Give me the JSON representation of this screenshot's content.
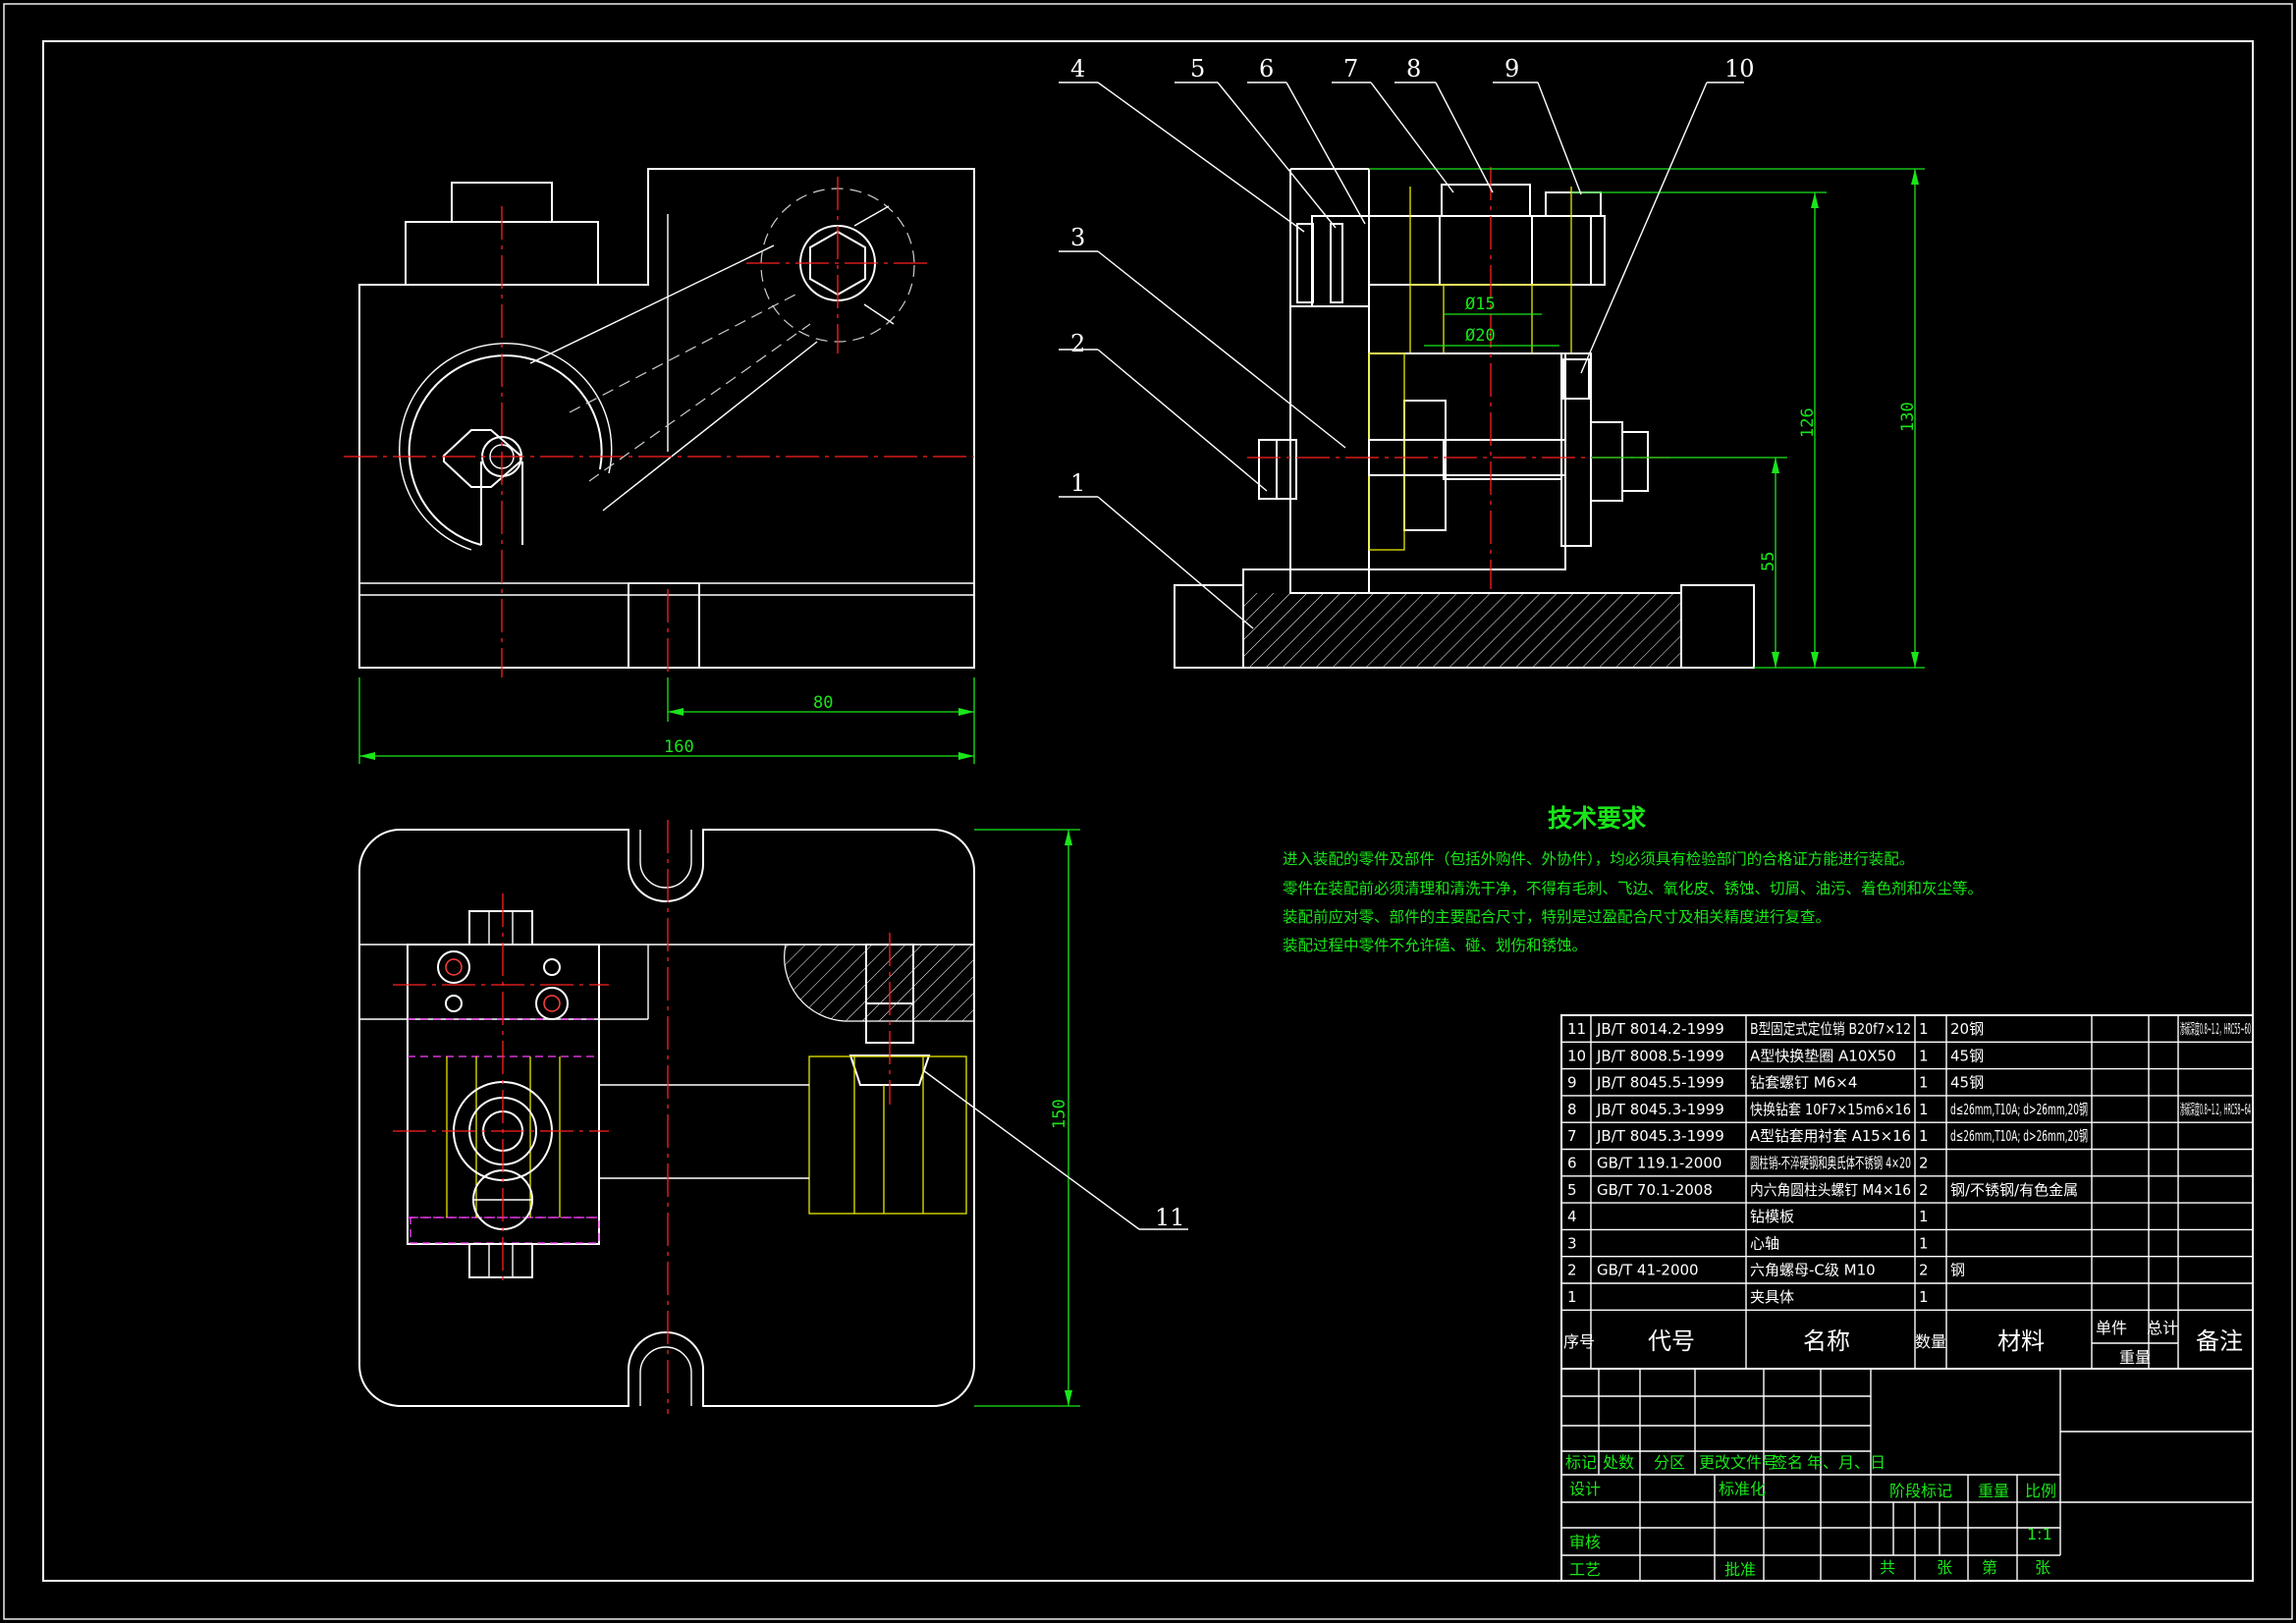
{
  "callouts": [
    "1",
    "2",
    "3",
    "4",
    "5",
    "6",
    "7",
    "8",
    "9",
    "10",
    "11"
  ],
  "dimensions": {
    "width_160": "160",
    "width_80": "80",
    "height_150": "150",
    "height_55": "55",
    "height_126": "126",
    "height_130": "130",
    "dia_15": "Ø15",
    "dia_20": "Ø20"
  },
  "requirements": {
    "title": "技术要求",
    "items": [
      "进入装配的零件及部件（包括外购件、外协件），均必须具有检验部门的合格证方能进行装配。",
      "零件在装配前必须清理和清洗干净，不得有毛刺、飞边、氧化皮、锈蚀、切屑、油污、着色剂和灰尘等。",
      "装配前应对零、部件的主要配合尺寸，特别是过盈配合尺寸及相关精度进行复查。",
      "装配过程中零件不允许磕、碰、划伤和锈蚀。"
    ]
  },
  "bom": {
    "rows": [
      {
        "no": "11",
        "code": "JB/T 8014.2-1999",
        "name": "B型固定式定位销 B20f7×12",
        "qty": "1",
        "material": "20钢",
        "note": "渗碳深度0.8~1.2，HRC55~60"
      },
      {
        "no": "10",
        "code": "JB/T 8008.5-1999",
        "name": "A型快换垫圈 A10X50",
        "qty": "1",
        "material": "45钢",
        "note": ""
      },
      {
        "no": "9",
        "code": "JB/T 8045.5-1999",
        "name": "钻套螺钉 M6×4",
        "qty": "1",
        "material": "45钢",
        "note": ""
      },
      {
        "no": "8",
        "code": "JB/T 8045.3-1999",
        "name": "快换钻套 10F7×15m6×16",
        "qty": "1",
        "material": "d≤26mm,T10A; d>26mm,20钢",
        "note": "渗碳深度0.8~1.2，HRC58~64"
      },
      {
        "no": "7",
        "code": "JB/T 8045.3-1999",
        "name": "A型钻套用衬套 A15×16",
        "qty": "1",
        "material": "d≤26mm,T10A; d>26mm,20钢",
        "note": ""
      },
      {
        "no": "6",
        "code": "GB/T 119.1-2000",
        "name": "圆柱销-不淬硬钢和奥氏体不锈钢 4×20",
        "qty": "2",
        "material": "",
        "note": ""
      },
      {
        "no": "5",
        "code": "GB/T 70.1-2008",
        "name": "内六角圆柱头螺钉 M4×16",
        "qty": "2",
        "material": "钢/不锈钢/有色金属",
        "note": ""
      },
      {
        "no": "4",
        "code": "",
        "name": "钻模板",
        "qty": "1",
        "material": "",
        "note": ""
      },
      {
        "no": "3",
        "code": "",
        "name": "心轴",
        "qty": "1",
        "material": "",
        "note": ""
      },
      {
        "no": "2",
        "code": "GB/T 41-2000",
        "name": "六角螺母-C级 M10",
        "qty": "2",
        "material": "钢",
        "note": ""
      },
      {
        "no": "1",
        "code": "",
        "name": "夹具体",
        "qty": "1",
        "material": "",
        "note": ""
      }
    ],
    "header": {
      "no": "序号",
      "code": "代号",
      "name": "名称",
      "qty": "数量",
      "material": "材料",
      "unit": "单件",
      "total": "总计",
      "weight": "重量",
      "note": "备注"
    }
  },
  "title_block": {
    "revision_labels": [
      "标记",
      "处数",
      "分区",
      "更改文件号",
      "签名",
      "年、月、日"
    ],
    "design": "设计",
    "standardize": "标准化",
    "review": "审核",
    "process": "工艺",
    "approve": "批准",
    "stage_mark": "阶段标记",
    "weight": "重量",
    "scale": "比例",
    "scale_value": "1:1",
    "sheets": [
      "共",
      "张",
      "第",
      "张"
    ]
  },
  "colors": {
    "background": "#000000",
    "outline": "#ffffff",
    "centerline": "#ff2020",
    "dimension": "#19e619",
    "hidden_yellow": "#e6e600",
    "hidden_magenta": "#ff40ff"
  }
}
